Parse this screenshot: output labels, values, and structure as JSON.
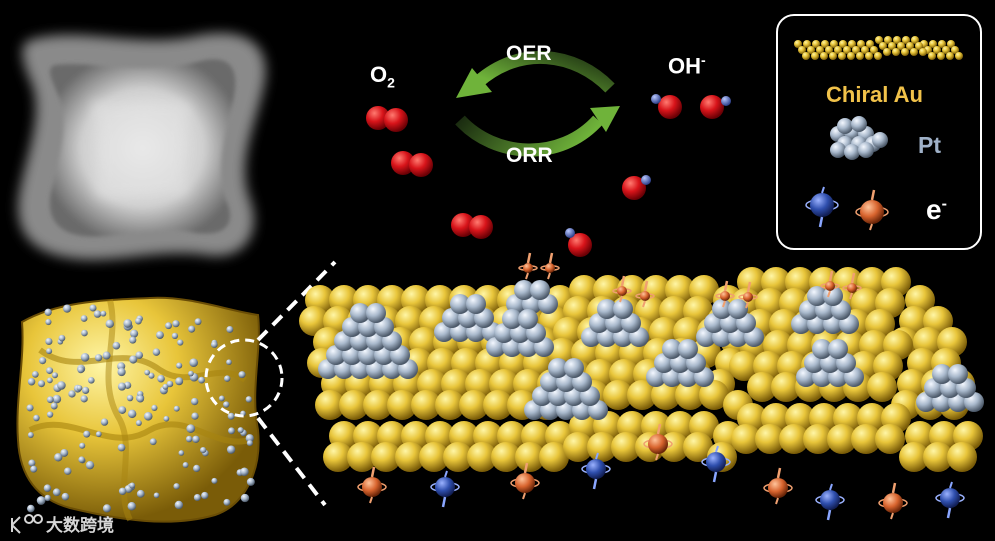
{
  "labels": {
    "o2": "O",
    "o2_sub": "2",
    "oh": "OH",
    "oh_sup": "-",
    "oer": "OER",
    "orr": "ORR"
  },
  "legend": {
    "chiral_au": "Chiral Au",
    "pt": "Pt",
    "electron": "e",
    "electron_sup": "-"
  },
  "watermark": "大数跨境",
  "colors": {
    "background": "#000000",
    "gold": "#e8c53a",
    "platinum": "#a9b9cc",
    "oxygen": "#d8141a",
    "hydrogen": "#4f6fc9",
    "electron_blue": "#2f4fae",
    "electron_orange": "#d8642e",
    "arrow_green": "#5e9a2e"
  }
}
